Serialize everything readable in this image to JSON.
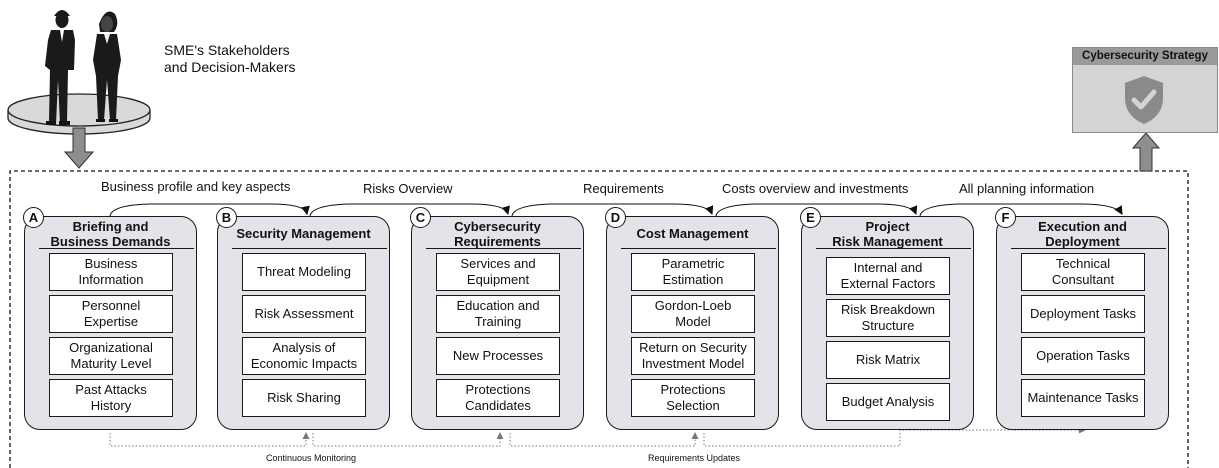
{
  "stakeholders": {
    "line1": "SME's Stakeholders",
    "line2": "and Decision-Makers"
  },
  "strategy": {
    "title": "Cybersecurity Strategy",
    "icon": "shield-check-icon"
  },
  "flows": [
    "Business profile and key aspects",
    "Risks Overview",
    "Requirements",
    "Costs overview and investments",
    "All planning information"
  ],
  "phases": [
    {
      "letter": "A",
      "title": [
        "Briefing and",
        "Business Demands"
      ],
      "tasks": [
        [
          "Business",
          "Information"
        ],
        [
          "Personnel",
          "Expertise"
        ],
        [
          "Organizational",
          "Maturity Level"
        ],
        [
          "Past Attacks",
          "History"
        ]
      ]
    },
    {
      "letter": "B",
      "title": [
        "Security Management"
      ],
      "tasks": [
        [
          "Threat Modeling"
        ],
        [
          "Risk Assessment"
        ],
        [
          "Analysis of",
          "Economic Impacts"
        ],
        [
          "Risk Sharing"
        ]
      ]
    },
    {
      "letter": "C",
      "title": [
        "Cybersecurity",
        "Requirements"
      ],
      "tasks": [
        [
          "Services and",
          "Equipment"
        ],
        [
          "Education and",
          "Training"
        ],
        [
          "New Processes"
        ],
        [
          "Protections",
          "Candidates"
        ]
      ]
    },
    {
      "letter": "D",
      "title": [
        "Cost Management"
      ],
      "tasks": [
        [
          "Parametric",
          "Estimation"
        ],
        [
          "Gordon-Loeb",
          "Model"
        ],
        [
          "Return on Security",
          "Investment Model"
        ],
        [
          "Protections",
          "Selection"
        ]
      ]
    },
    {
      "letter": "E",
      "title": [
        "Project",
        "Risk Management"
      ],
      "tasks": [
        [
          "Internal and",
          "External Factors"
        ],
        [
          "Risk Breakdown",
          "Structure"
        ],
        [
          "Risk Matrix"
        ],
        [
          "Budget Analysis"
        ]
      ]
    },
    {
      "letter": "F",
      "title": [
        "Execution and",
        "Deployment"
      ],
      "tasks": [
        [
          "Technical",
          "Consultant"
        ],
        [
          "Deployment Tasks"
        ],
        [
          "Operation Tasks"
        ],
        [
          "Maintenance Tasks"
        ]
      ]
    }
  ],
  "loops": {
    "monitoring": "Continuous Monitoring",
    "updates": "Requirements Updates"
  }
}
